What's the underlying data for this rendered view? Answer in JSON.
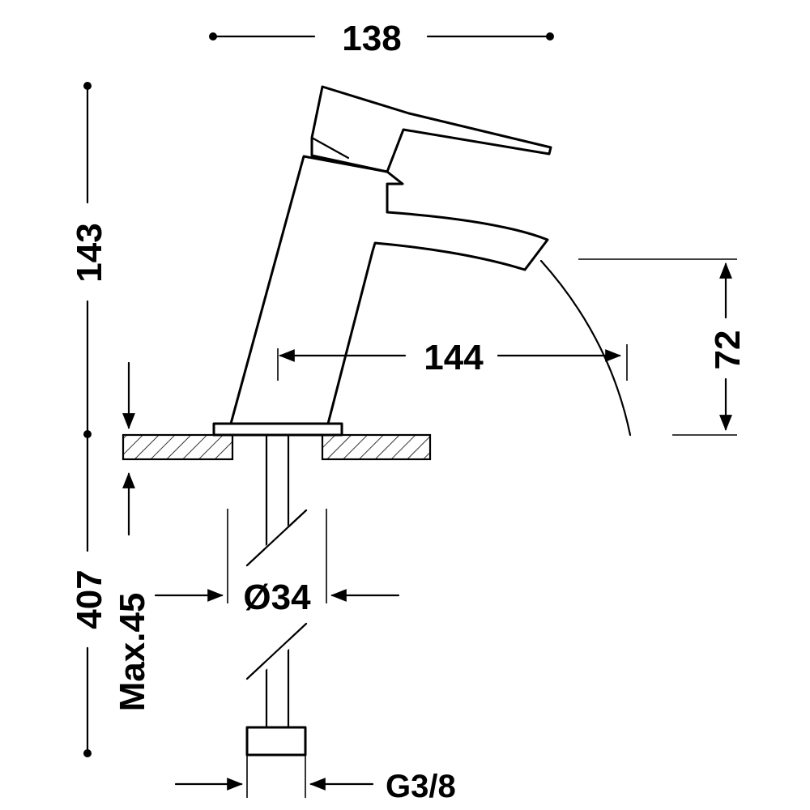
{
  "dimensions": {
    "width_top": "138",
    "height_body": "143",
    "spout_reach": "144",
    "spout_height": "72",
    "hole_diameter": "Ø34",
    "max_thickness": "Max.45",
    "hose_length": "407",
    "connection": "G3/8"
  }
}
